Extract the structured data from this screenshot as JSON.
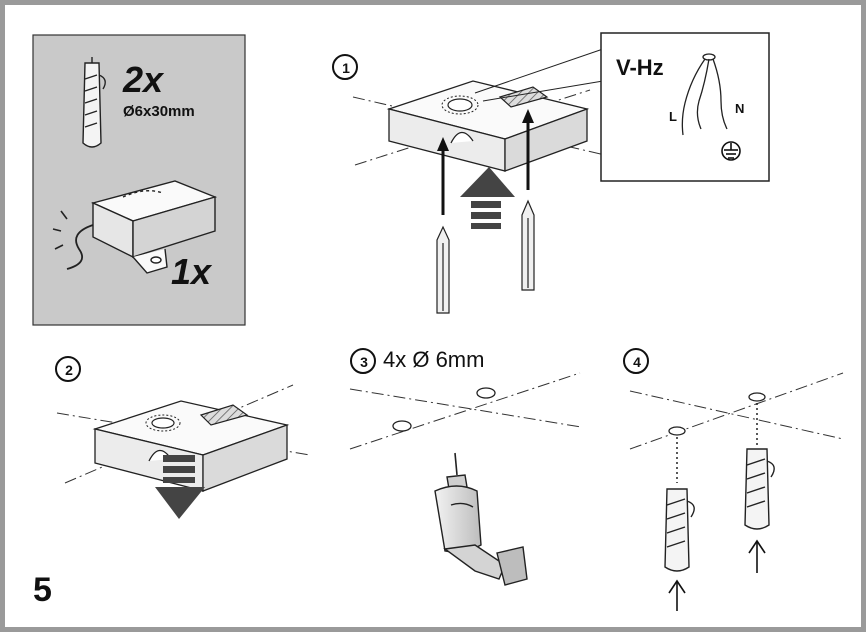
{
  "figure": {
    "number": "5"
  },
  "parts": {
    "dowel_qty": "2x",
    "dowel_size": "Ø6x30mm",
    "box_qty": "1x"
  },
  "steps": [
    {
      "num": "1"
    },
    {
      "num": "2"
    },
    {
      "num": "3",
      "caption": "4x Ø 6mm"
    },
    {
      "num": "4"
    }
  ],
  "wiring": {
    "voltage": "V-Hz",
    "live": "L",
    "neutral": "N",
    "ground_icon": "earth-ground-icon"
  },
  "colors": {
    "panel_bg": "#c9c9c9",
    "frame": "#9a9a9a",
    "ink": "#111111"
  }
}
